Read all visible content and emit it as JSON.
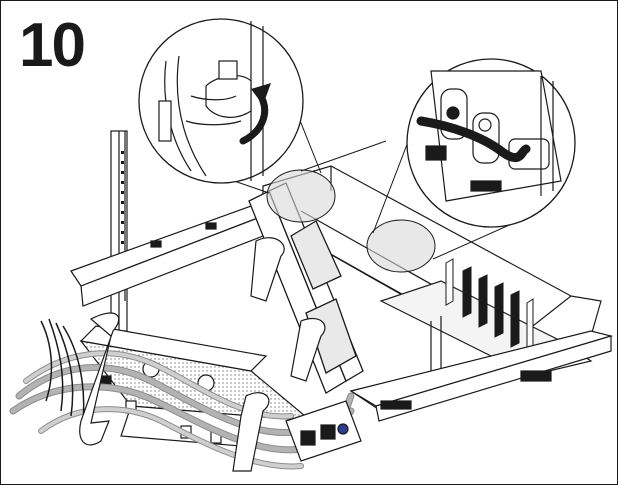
{
  "figure": {
    "step_number": "10",
    "colors": {
      "line": "#1a1a1a",
      "cable_gray": "#b3b3b3",
      "cable_gray_dark": "#8c8c8c",
      "highlight": "#d9d9d9",
      "connector": "#2c3e8c"
    },
    "icons": [
      "zoom-callout-left",
      "zoom-callout-right",
      "curved-arrow-icon"
    ]
  }
}
